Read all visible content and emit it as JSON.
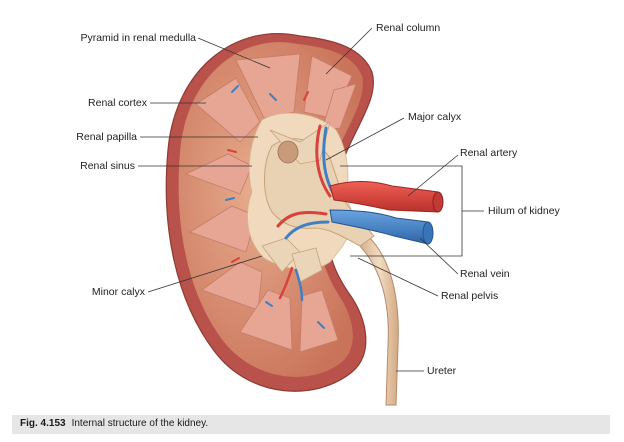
{
  "labels": {
    "pyramid": "Pyramid in renal medulla",
    "renal_column": "Renal column",
    "renal_cortex": "Renal cortex",
    "major_calyx": "Major calyx",
    "renal_papilla": "Renal papilla",
    "renal_artery": "Renal artery",
    "renal_sinus": "Renal sinus",
    "hilum": "Hilum of kidney",
    "renal_vein": "Renal vein",
    "minor_calyx": "Minor calyx",
    "renal_pelvis": "Renal pelvis",
    "ureter": "Ureter"
  },
  "caption": {
    "number": "Fig. 4.153",
    "text": "Internal structure of the kidney."
  },
  "colors": {
    "capsule": "#b9524a",
    "cortex": "#d89070",
    "pyramid": "#e7a594",
    "sinus_fat": "#f0d9bd",
    "calyx": "#e9d2b4",
    "artery": "#d9423a",
    "vein": "#3f7fc4",
    "ureter": "#e8c9a8"
  }
}
